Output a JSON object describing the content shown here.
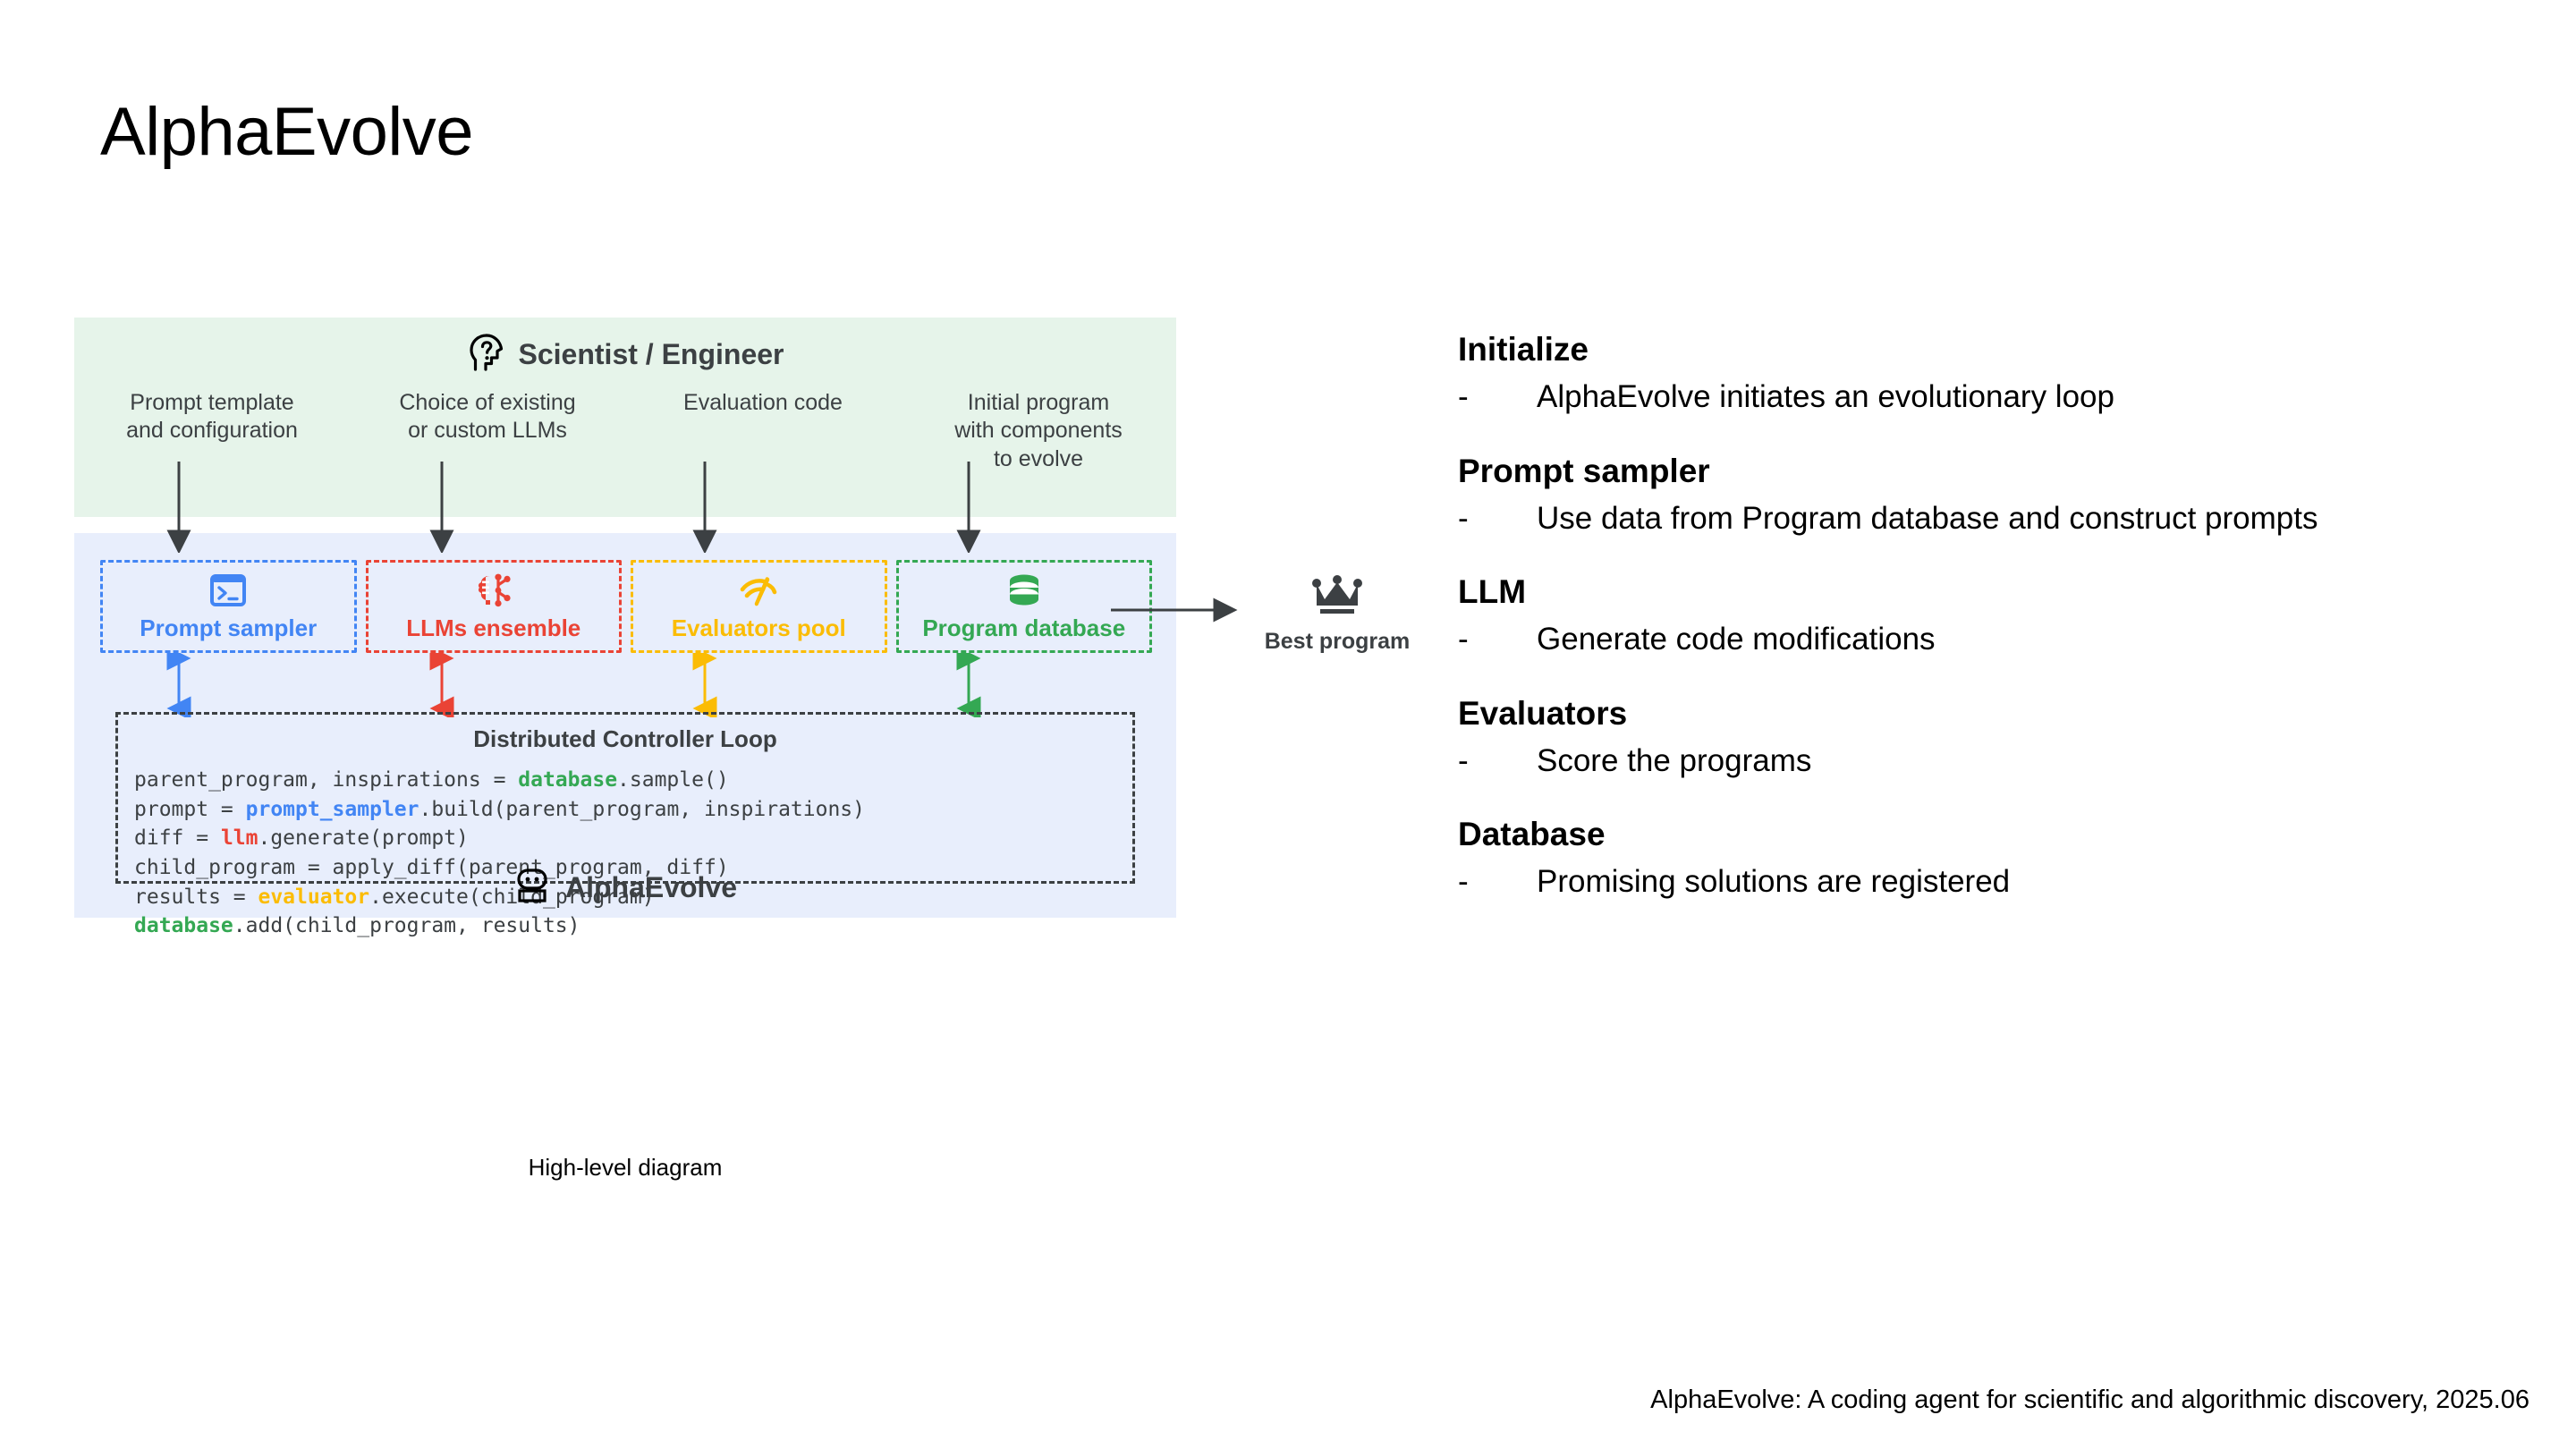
{
  "page_title": "AlphaEvolve",
  "diagram": {
    "caption": "High-level diagram",
    "scientist_panel": {
      "icon": "head-question-icon",
      "title": "Scientist / Engineer",
      "bg_color": "#e6f4ea",
      "inputs": [
        "Prompt template\nand configuration",
        "Choice of existing\nor custom LLMs",
        "Evaluation code",
        "Initial program\nwith components\nto evolve"
      ]
    },
    "alphaevolve_panel": {
      "bg_color": "#e8eefc",
      "footer_icon": "robot-icon",
      "footer_label": "AlphaEvolve",
      "components": [
        {
          "label": "Prompt sampler",
          "color": "#4285f4",
          "icon": "terminal-icon"
        },
        {
          "label": "LLMs ensemble",
          "color": "#ea4335",
          "icon": "brain-icon"
        },
        {
          "label": "Evaluators pool",
          "color": "#fbbc04",
          "icon": "gauge-icon"
        },
        {
          "label": "Program database",
          "color": "#34a853",
          "icon": "database-icon"
        }
      ],
      "controller": {
        "title": "Distributed Controller Loop",
        "code_lines": [
          [
            {
              "t": "parent_program, inspirations = ",
              "c": ""
            },
            {
              "t": "database",
              "c": "tok-db"
            },
            {
              "t": ".sample()",
              "c": ""
            }
          ],
          [
            {
              "t": "prompt = ",
              "c": ""
            },
            {
              "t": "prompt_sampler",
              "c": "tok-ps"
            },
            {
              "t": ".build(parent_program, inspirations)",
              "c": ""
            }
          ],
          [
            {
              "t": "diff = ",
              "c": ""
            },
            {
              "t": "llm",
              "c": "tok-llm"
            },
            {
              "t": ".generate(prompt)",
              "c": ""
            }
          ],
          [
            {
              "t": "child_program = apply_diff(parent_program, diff)",
              "c": ""
            }
          ],
          [
            {
              "t": "results = ",
              "c": ""
            },
            {
              "t": "evaluator",
              "c": "tok-ev"
            },
            {
              "t": ".execute(child_program)",
              "c": ""
            }
          ],
          [
            {
              "t": "database",
              "c": "tok-db"
            },
            {
              "t": ".add(child_program, results)",
              "c": ""
            }
          ]
        ]
      }
    },
    "best_program": {
      "icon": "crown-icon",
      "label": "Best program"
    }
  },
  "notes": [
    {
      "heading": "Initialize",
      "items": [
        {
          "dash": "-",
          "text": "AlphaEvolve initiates an evolutionary loop"
        }
      ]
    },
    {
      "heading": "Prompt sampler",
      "items": [
        {
          "dash": "-",
          "text": "Use data from Program database and construct prompts"
        }
      ]
    },
    {
      "heading": "LLM",
      "items": [
        {
          "dash": "-",
          "text": "Generate code modifications"
        }
      ]
    },
    {
      "heading": "Evaluators",
      "items": [
        {
          "dash": "-",
          "text": "Score the programs"
        }
      ]
    },
    {
      "heading": "Database",
      "items": [
        {
          "dash": "-",
          "text": "Promising solutions are registered"
        }
      ]
    }
  ],
  "citation": "AlphaEvolve: A coding agent for scientific and algorithmic discovery, 2025.06"
}
